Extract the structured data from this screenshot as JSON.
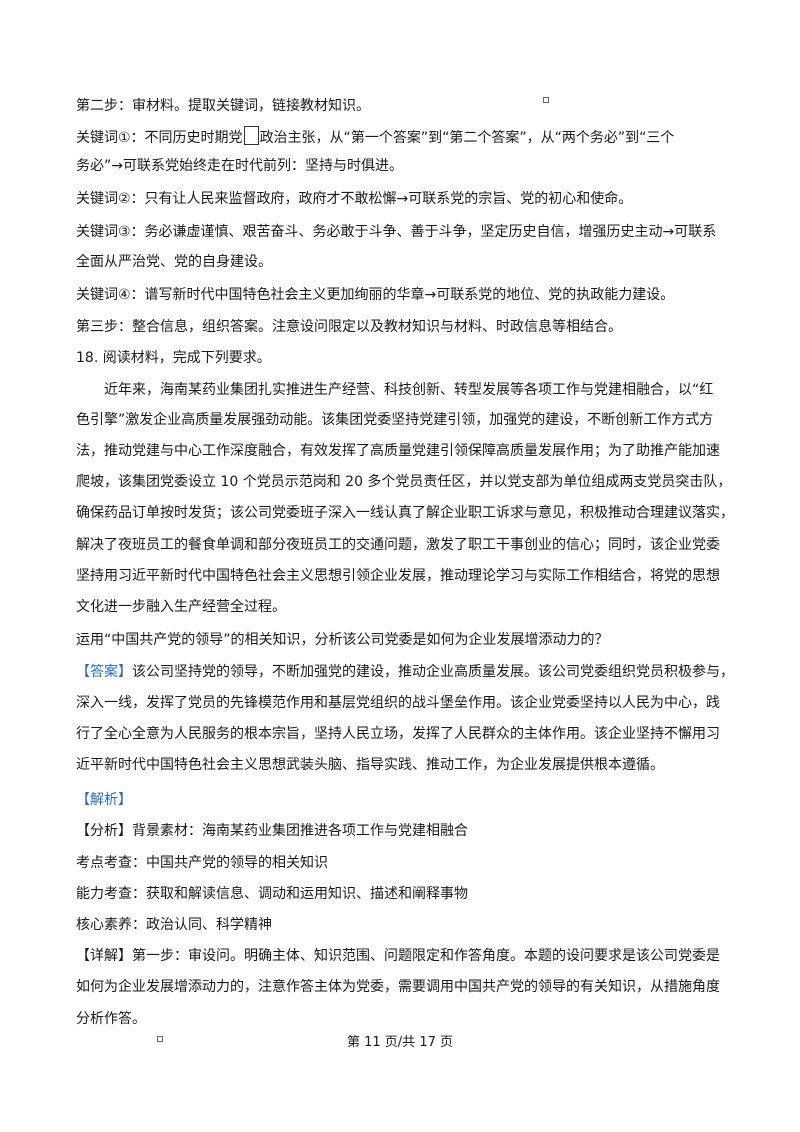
{
  "lines": [
    "第二步：审材料。提取关键词，链接教材知识。",
    "政治主张，从“第一个答案”到“第二个答案”，从“两个务必”到“三个",
    "务必”→可联系党始终走在时代前列：坚持与时俱进。",
    "关键词②：只有让人民来监督政府，政府才不敢松懈→可联系党的宗旨、党的初心和使命。",
    "关键词③：务必谦虚谨慎、艰苦奋斗、务必敢于斗争、善于斗争，坚定历史自信，增强历史主动→可联系",
    "全面从严治党、党的自身建设。",
    "关键词④：谱写新时代中国特色社会主义更加绚丽的华章→可联系党的地位、党的执政能力建设。",
    "第三步：整合信息，组织答案。注意设问限定以及教材知识与材料、时政信息等相结合。",
    "18. 阅读材料，完成下列要求。",
    "近年来，海南某药业集团扎实推进生产经营、科技创新、转型发展等各项工作与党建相融合，以“红",
    "色引擎”激发企业高质量发展强劲动能。该集团党委坚持党建引领，加强党的建设，不断创新工作方式方",
    "法，推动党建与中心工作深度融合，有效发挥了高质量党建引领保障高质量发展作用；为了助推产能加速",
    "爬坡，该集团党委设立 10 个党员示范岗和 20 多个党员责任区，并以党支部为单位组成两支党员突击队，",
    "确保药品订单按时发货；该公司党委班子深入一线认真了解企业职工诉求与意见，积极推动合理建议落实，",
    "解决了夜班员工的餐食单调和部分夜班员工的交通问题，激发了职工干事创业的信心；同时，该企业党委",
    "坚持用习近平新时代中国特色社会主义思想引领企业发展，推动理论学习与实际工作相结合，将党的思想",
    "文化进一步融入生产经营全过程。",
    "运用“中国共产党的领导”的相关知识，分析该公司党委是如何为企业发展增添动力的？",
    "该公司坚持党的领导，不断加强党的建设，推动企业高质量发展。该公司党委组织党员积极参与，",
    "深入一线，发挥了党员的先锋模范作用和基层党组织的战斗堡垒作用。该企业党委坚持以人民为中心，践",
    "行了全心全意为人民服务的根本宗旨，坚持人民立场，发挥了人民群众的主体作用。该企业坚持不懈用习",
    "近平新时代中国特色社会主义思想武装头脑、指导实践、推动工作，为企业发展提供根本遵循。",
    "【分析】背景素材：海南某药业集团推进各项工作与党建相融合",
    "考点考查：中国共产党的领导的相关知识",
    "能力考查：获取和解读信息、调动和运用知识、描述和阐释事物",
    "核心素养：政治认同、科学精神",
    "【详解】第一步：审设问。明确主体、知识范围、问题限定和作答角度。本题的设问要求是该公司党委是",
    "如何为企业发展增添动力的，注意作答主体为党委，需要调用中国共产党的领导的有关知识，从措施角度",
    "分析作答。"
  ],
  "kw1_prefix": "关键词①：不同历史时期党",
  "answer_tag": "【答案】",
  "jiexi_tag": "【解析】",
  "footer": "第 11 页/共 17 页",
  "colors": {
    "tag": "#2f6db5",
    "text": "#1a1a1a"
  }
}
